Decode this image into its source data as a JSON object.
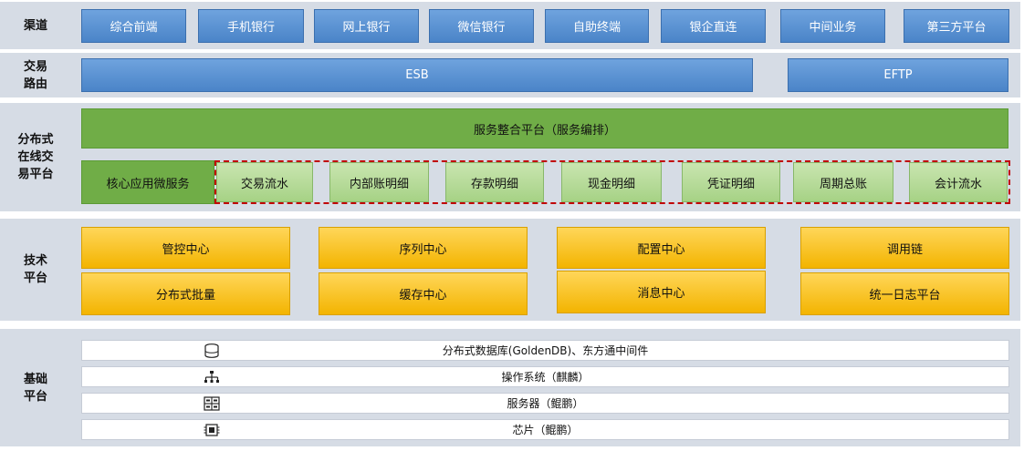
{
  "layers": {
    "channel": {
      "label": "渠道",
      "items": [
        "综合前端",
        "手机银行",
        "网上银行",
        "微信银行",
        "自助终端",
        "银企直连",
        "中间业务",
        "第三方平台"
      ]
    },
    "routing": {
      "label": "交易\n路由",
      "esb": "ESB",
      "eftp": "EFTP"
    },
    "distributed": {
      "label": "分布式\n在线交\n易平台",
      "integration": "服务整合平台（服务编排）",
      "core": "核心应用微服务",
      "services": [
        "交易流水",
        "内部账明细",
        "存款明细",
        "现金明细",
        "凭证明细",
        "周期总账",
        "会计流水"
      ]
    },
    "tech": {
      "label": "技术\n平台",
      "row1": [
        "管控中心",
        "序列中心",
        "配置中心",
        "调用链"
      ],
      "row2": [
        "分布式批量",
        "缓存中心",
        "消息中心",
        "统一日志平台"
      ]
    },
    "base": {
      "label": "基础\n平台",
      "rows": [
        {
          "text": "分布式数据库(GoldenDB)、东方通中间件",
          "icon": "database-icon"
        },
        {
          "text": "操作系统（麒麟）",
          "icon": "network-tree-icon"
        },
        {
          "text": "服务器（鲲鹏）",
          "icon": "server-icon"
        },
        {
          "text": "芯片（鲲鹏）",
          "icon": "chip-icon"
        }
      ]
    }
  },
  "colors": {
    "layer_bg": "#d6dce5",
    "blue": "#4a84c8",
    "green": "#70ad47",
    "light_green": "#a9d18e",
    "gold": "#ffc000",
    "dashed_border": "#c00000"
  }
}
